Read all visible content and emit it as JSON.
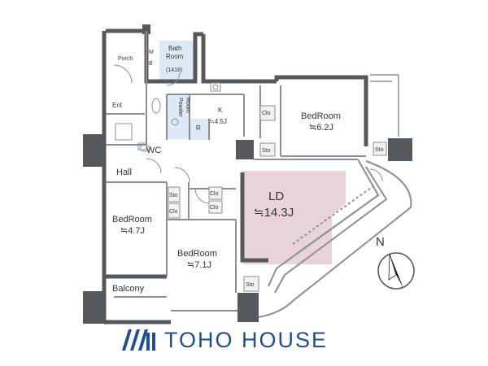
{
  "colors": {
    "wall": "#55595c",
    "line": "#8a8f93",
    "living": "#e8d3da",
    "bath": "#dde9f4",
    "brand": "#1f4f8f"
  },
  "rooms": {
    "porch": "Porch",
    "mb": "M\nB",
    "bath_room": "Bath\nRoom",
    "bath_size": "(1418)",
    "ent": "Ent",
    "powder_room": "Powder\nRoom",
    "kitchen": "K",
    "kitchen_size": "≒4.5J",
    "refrigerator": "R",
    "wc": "WC",
    "hall": "Hall",
    "bedroom_east": "BedRoom",
    "bedroom_east_size": "≒6.2J",
    "ld": "LD",
    "ld_size": "≒14.3J",
    "bedroom_west": "BedRoom",
    "bedroom_west_size": "≒4.7J",
    "bedroom_south": "BedRoom",
    "bedroom_south_size": "≒7.1J",
    "balcony": "Balcony",
    "clo": "Clo",
    "sto": "Sto"
  },
  "compass": {
    "north": "N"
  },
  "brand": {
    "name": "TOHO HOUSE"
  }
}
